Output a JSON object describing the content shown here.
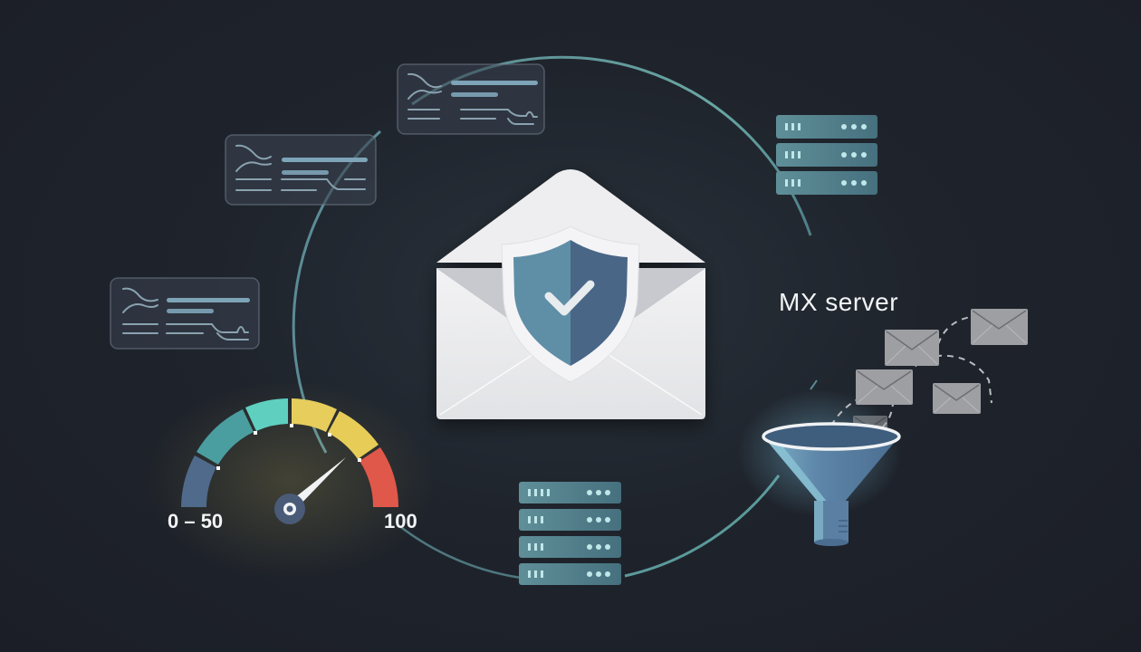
{
  "scene": {
    "title": "Email deliverability & authentication illustration",
    "background_color": "#1f242c",
    "ring_color": "#5f9a9c"
  },
  "center": {
    "icon": "envelope-shield-check-icon",
    "envelope_color": "#ececee",
    "shield_light": "#5e8fa6",
    "shield_dark": "#45637f"
  },
  "config_cards": [
    {
      "id": "card-top",
      "icon": "config-lines-icon"
    },
    {
      "id": "card-middle",
      "icon": "config-lines-icon"
    },
    {
      "id": "card-left",
      "icon": "config-lines-icon"
    }
  ],
  "servers": [
    {
      "id": "server-top-right",
      "icon": "server-rack-icon",
      "units": 3
    },
    {
      "id": "server-bottom",
      "icon": "server-rack-icon",
      "units": 4
    }
  ],
  "mx": {
    "label": "MX server",
    "icons": [
      "mail-icon",
      "mail-icon",
      "mail-icon",
      "mail-icon",
      "mail-icon"
    ],
    "filter_icon": "funnel-icon"
  },
  "gauge": {
    "min_label": "0 – 50",
    "max_label": "100",
    "segments": [
      "#4f6a8a",
      "#4a9ea0",
      "#5fcfc0",
      "#e6cd5c",
      "#e8cc58",
      "#e0584a"
    ],
    "needle_color": "#f0f2f4"
  }
}
